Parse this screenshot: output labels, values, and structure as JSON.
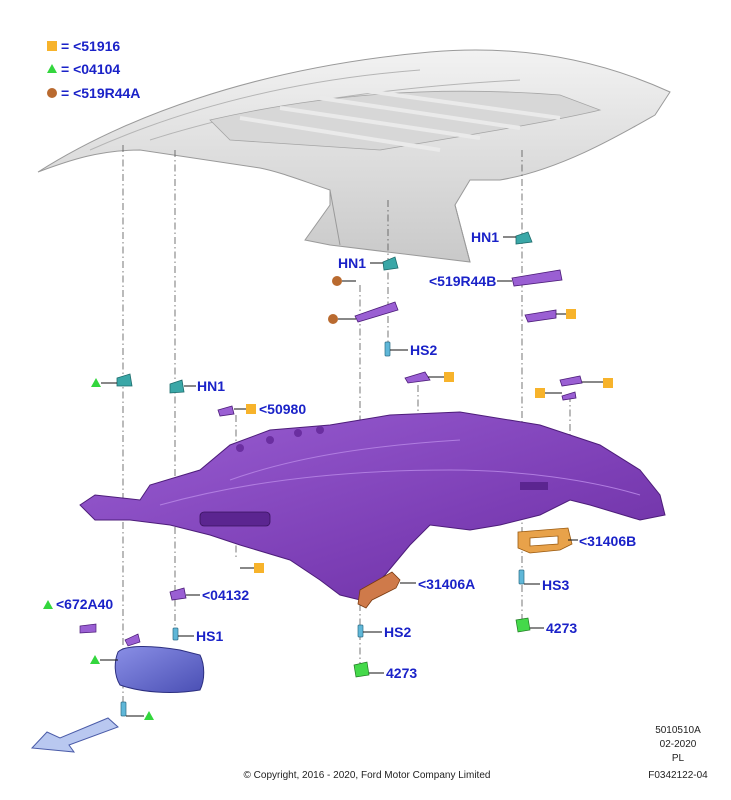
{
  "legend": [
    {
      "symbol": "square",
      "color": "#f7b32b",
      "text": "= <51916"
    },
    {
      "symbol": "triangle",
      "color": "#33d63d",
      "text": "= <04104"
    },
    {
      "symbol": "circle",
      "color": "#b96a2f",
      "text": "= <519R44A"
    }
  ],
  "labels": {
    "hn1_right": "HN1",
    "hn1_middle": "HN1",
    "hn1_left": "HN1",
    "r519r44b": "<519R44B",
    "hs2_upper": "HS2",
    "r50980": "<50980",
    "r31406b": "<31406B",
    "r31406a": "<31406A",
    "hs3": "HS3",
    "r4273_right": "4273",
    "r4273_middle": "4273",
    "r04132": "<04132",
    "r672a40": "<672A40",
    "hs1": "HS1",
    "hs2_lower": "HS2"
  },
  "footer": {
    "code": "5010510A",
    "date": "02-2020",
    "region": "PL",
    "copyright": "© Copyright, 2016 - 2020, Ford Motor Company Limited",
    "figure_id": "F0342122-04"
  },
  "colors": {
    "label_blue": "#1a22c8",
    "headliner_purple": "#8b4ec4",
    "roof_grey": "#dcdcdc",
    "handle_orange": "#e8a24a",
    "visor_blue": "#6f74d8",
    "clip_teal": "#3aa7a7"
  }
}
